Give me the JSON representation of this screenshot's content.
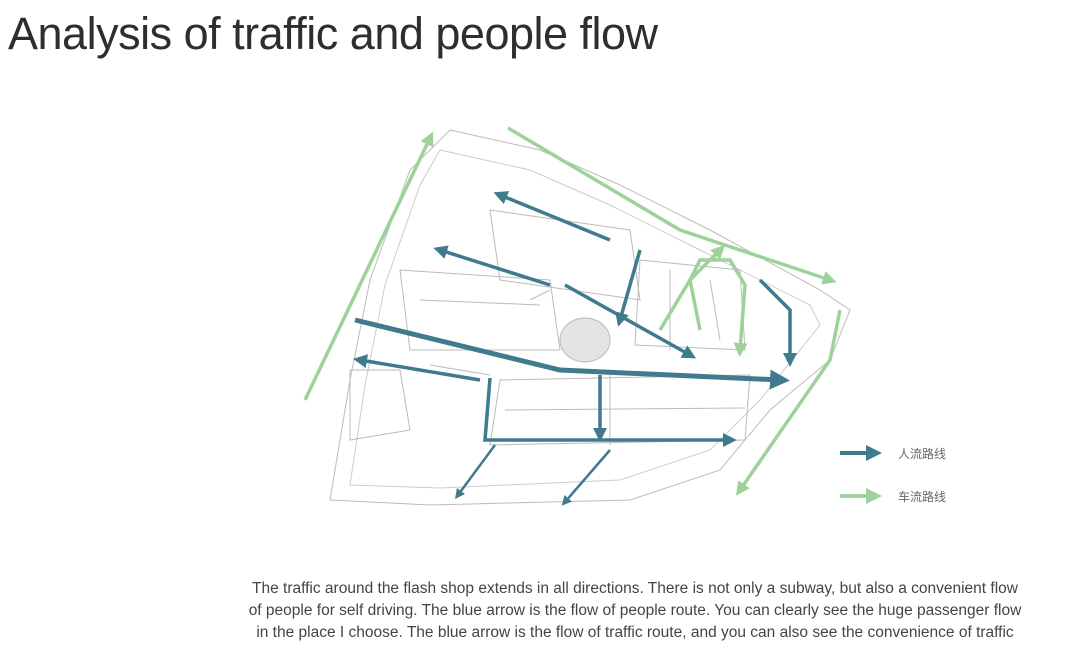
{
  "title": "Analysis of traffic and people flow",
  "colors": {
    "people_flow": "#3f7b8d",
    "traffic_flow": "#9dd29b"
  },
  "legend": [
    {
      "icon": "blue-arrow-icon",
      "label": "人流路线"
    },
    {
      "icon": "green-arrow-icon",
      "label": "车流路线"
    }
  ],
  "caption_lines": [
    "The traffic around the flash shop extends in all directions. There is not only a subway, but also a convenient flow",
    "of people for self driving. The blue arrow is the flow of people route. You can clearly see the huge passenger flow",
    "in the place I choose. The blue arrow is the flow of traffic route, and you can also see the convenience of traffic"
  ]
}
